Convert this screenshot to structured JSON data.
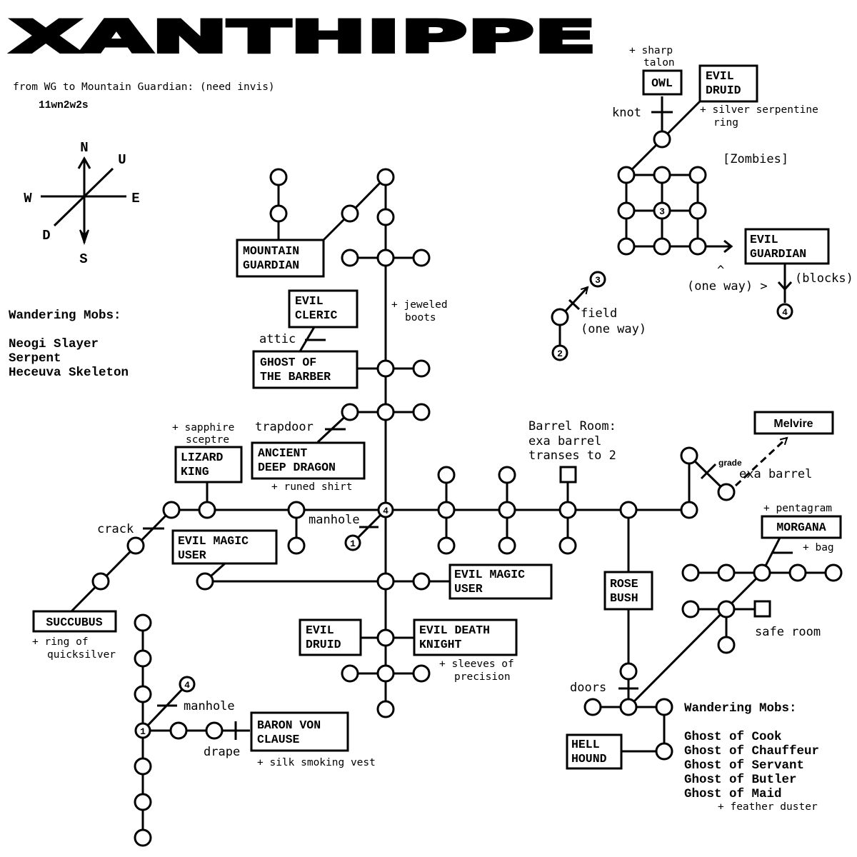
{
  "title": "XANTHIPPE",
  "directions": {
    "heading": "from WG to Mountain Guardian: (need invis)",
    "path": "11wn2w2s"
  },
  "compass": {
    "n": "N",
    "s": "S",
    "e": "E",
    "w": "W",
    "u": "U",
    "d": "D"
  },
  "wandering_mobs_left": {
    "heading": "Wandering Mobs:",
    "mobs": [
      "Neogi Slayer",
      "Serpent",
      "Heceuva Skeleton"
    ]
  },
  "wandering_mobs_right": {
    "heading": "Wandering Mobs:",
    "mobs": [
      "Ghost of Cook",
      "Ghost of Chauffeur",
      "Ghost of Servant",
      "Ghost of Butler",
      "Ghost of Maid"
    ],
    "note": "+ feather duster"
  },
  "boxes": {
    "owl": [
      "OWL"
    ],
    "evil_druid_ne": [
      "EVIL",
      "DRUID"
    ],
    "evil_guardian": [
      "EVIL",
      "GUARDIAN"
    ],
    "mountain_guardian": [
      "MOUNTAIN",
      "GUARDIAN"
    ],
    "evil_cleric": [
      "EVIL",
      "CLERIC"
    ],
    "ghost_barber": [
      "GHOST OF",
      "THE BARBER"
    ],
    "lizard_king": [
      "LIZARD",
      "KING"
    ],
    "ancient_dragon": [
      "ANCIENT",
      "DEEP DRAGON"
    ],
    "evil_magic_user_w": [
      "EVIL MAGIC",
      "USER"
    ],
    "evil_magic_user_e": [
      "EVIL MAGIC",
      "USER"
    ],
    "succubus": [
      "SUCCUBUS"
    ],
    "evil_druid_s": [
      "EVIL",
      "DRUID"
    ],
    "evil_death_knight": [
      "EVIL DEATH",
      "KNIGHT"
    ],
    "baron": [
      "BARON VON",
      "CLAUSE"
    ],
    "rose_bush": [
      "ROSE",
      "BUSH"
    ],
    "morgana": [
      "MORGANA"
    ],
    "hell_hound": [
      "HELL",
      "HOUND"
    ],
    "melvire": [
      "Melvire"
    ]
  },
  "labels": {
    "sharp_talon": [
      "+ sharp",
      "talon"
    ],
    "knot": "knot",
    "silver_ring": [
      "+ silver serpentine",
      "ring"
    ],
    "zombies": "[Zombies]",
    "one_way_caret": "^",
    "one_way": "(one way) >",
    "blocks": "(blocks)",
    "field": [
      "field",
      "(one way)"
    ],
    "jeweled_boots": [
      "+ jeweled",
      "boots"
    ],
    "attic": "attic",
    "trapdoor": "trapdoor",
    "sapphire": [
      "+ sapphire",
      "sceptre"
    ],
    "runed_shirt": "+ runed shirt",
    "barrel_room": [
      "Barrel Room:",
      "exa barrel",
      "transes to 2"
    ],
    "grade": "grade",
    "exa_barrel": "exa barrel",
    "pentagram": "+ pentagram",
    "bag": "+ bag",
    "crack": "crack",
    "manhole_center": "manhole",
    "safe_room": "safe room",
    "quicksilver": [
      "+ ring of",
      "quicksilver"
    ],
    "sleeves": [
      "+ sleeves of",
      "precision"
    ],
    "manhole_sw": "manhole",
    "drape": "drape",
    "silk_vest": "+ silk smoking vest",
    "doors": "doors"
  },
  "nodes": {
    "zombie_center": "3",
    "field_top": "3",
    "field_bottom": "2",
    "guardian_exit": "4",
    "hub": "4",
    "manhole_1": "1",
    "sw_4": "4",
    "sw_1": "1"
  }
}
